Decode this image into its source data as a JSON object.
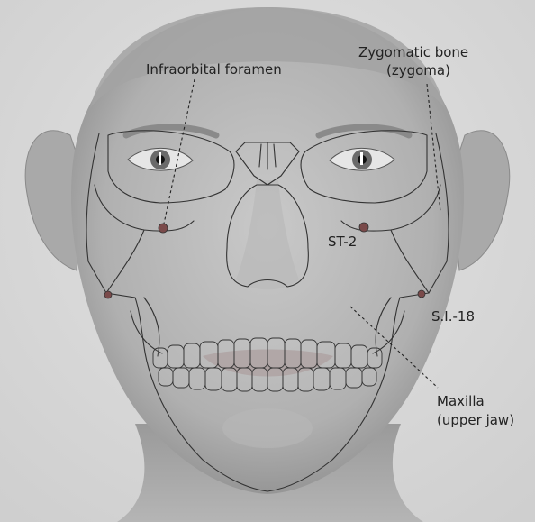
{
  "labels": {
    "infraorbital": "Infraorbital foramen",
    "zygomatic_line1": "Zygomatic bone",
    "zygomatic_line2": "(zygoma)",
    "st2": "ST-2",
    "si18": "S.I.-18",
    "maxilla_line1": "Maxilla",
    "maxilla_line2": "(upper jaw)"
  },
  "colors": {
    "background": "#d8d8d8",
    "skin": "#bdbdbd",
    "skin_shadow": "#8f8f8f",
    "hair": "#9a9a9a",
    "skeleton_line": "#333333",
    "point_marker": "#7a4a4a",
    "text": "#222222"
  }
}
